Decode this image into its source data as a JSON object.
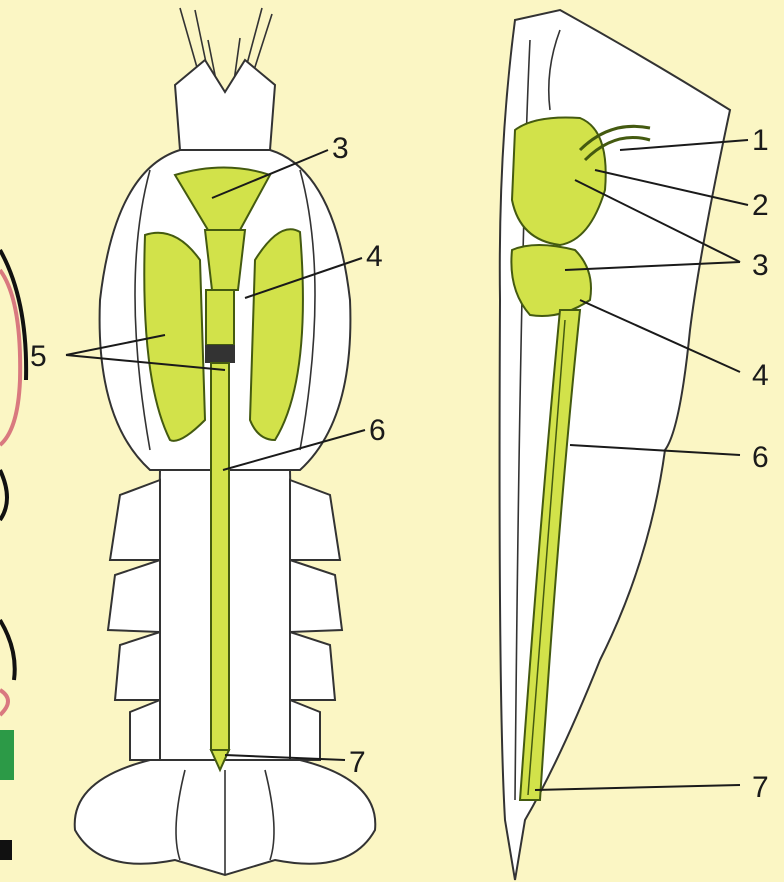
{
  "colors": {
    "background": "#fbf6c4",
    "nerve_green": "#d2e24a",
    "outline": "#333333"
  },
  "left_figure": {
    "labels": [
      "3",
      "4",
      "5",
      "6",
      "7"
    ]
  },
  "right_figure": {
    "labels": [
      "1",
      "2",
      "3",
      "4",
      "6",
      "7"
    ]
  }
}
